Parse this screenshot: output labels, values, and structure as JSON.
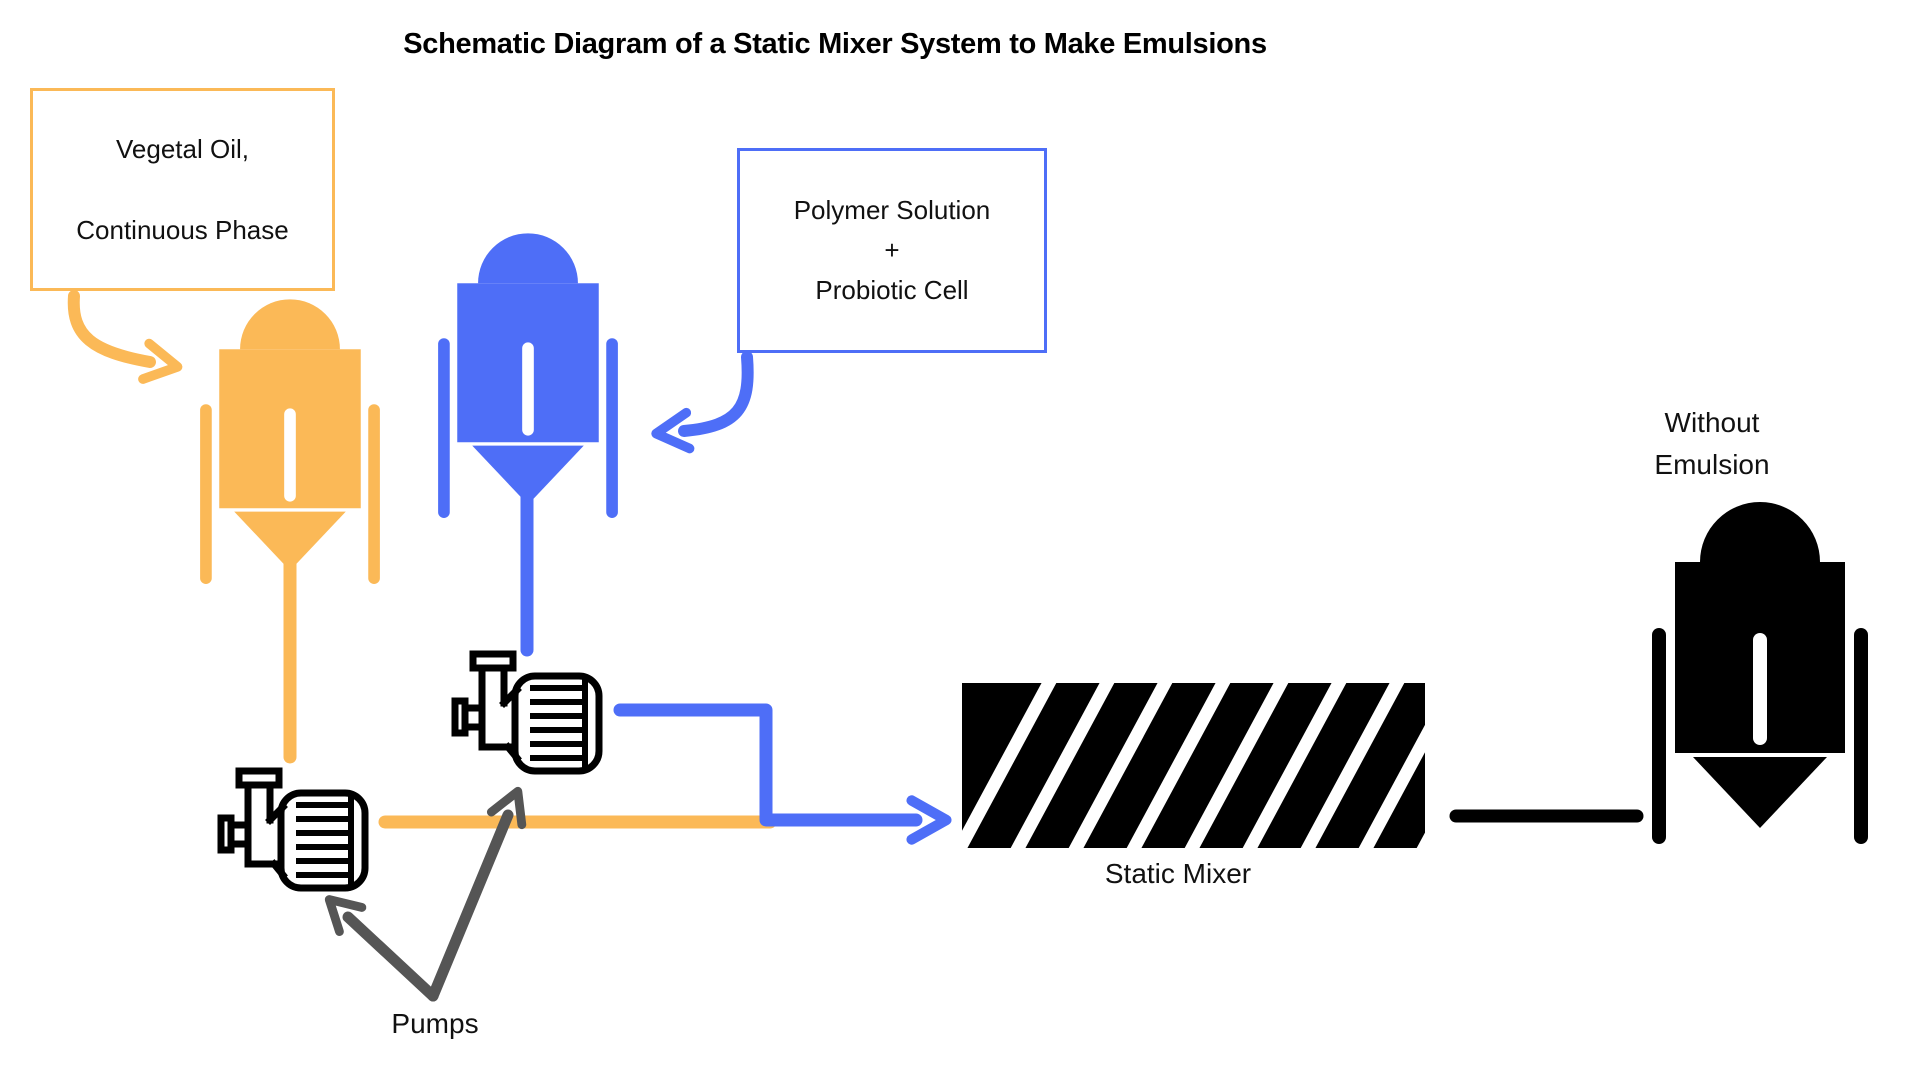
{
  "title": "Schematic Diagram of a Static Mixer System to Make Emulsions",
  "palette": {
    "oil_orange": "#FBB957",
    "polymer_blue": "#4E6EF7",
    "diagram_black": "#000000",
    "annotation_gray": "#555555",
    "background": "#FFFFFF",
    "text": "#111111"
  },
  "nodes": {
    "oil_box": {
      "line1": "Vegetal Oil,",
      "line2": "Continuous Phase",
      "border_color": "#FBB957"
    },
    "polymer_box": {
      "line1": "Polymer Solution",
      "line2": "+",
      "line3": "Probiotic Cell",
      "border_color": "#4E6EF7"
    },
    "oil_tank": {
      "icon": "tank-icon",
      "color": "#FBB957"
    },
    "polymer_tank": {
      "icon": "tank-icon",
      "color": "#4E6EF7"
    },
    "pumps": {
      "label": "Pumps",
      "count": 2,
      "icon": "centrifugal-pump-icon",
      "color": "#000000"
    },
    "static_mixer": {
      "label": "Static Mixer",
      "icon": "diagonal-hatched-rectangle",
      "color": "#000000"
    },
    "output_tank": {
      "label_line1": "Without",
      "label_line2": "Emulsion",
      "icon": "tank-icon",
      "color": "#000000"
    }
  },
  "flows": [
    {
      "from": "oil-box",
      "to": "oil-tank",
      "color": "#FBB957",
      "style": "curved-arrow"
    },
    {
      "from": "polymer-box",
      "to": "polymer-tank",
      "color": "#4E6EF7",
      "style": "curved-arrow"
    },
    {
      "from": "oil-tank",
      "to": "lower-pump",
      "color": "#FBB957",
      "style": "line"
    },
    {
      "from": "polymer-tank",
      "to": "upper-pump",
      "color": "#4E6EF7",
      "style": "line"
    },
    {
      "from": "lower-pump",
      "to": "junction",
      "color": "#FBB957",
      "style": "line"
    },
    {
      "from": "upper-pump",
      "to": "static-mixer",
      "color": "#4E6EF7",
      "style": "arrow"
    },
    {
      "from": "static-mixer",
      "to": "output-tank",
      "color": "#000000",
      "style": "line"
    },
    {
      "from": "pumps-label",
      "to": "lower-pump",
      "color": "#555555",
      "style": "arrow"
    },
    {
      "from": "pumps-label",
      "to": "upper-pump",
      "color": "#555555",
      "style": "arrow"
    }
  ]
}
